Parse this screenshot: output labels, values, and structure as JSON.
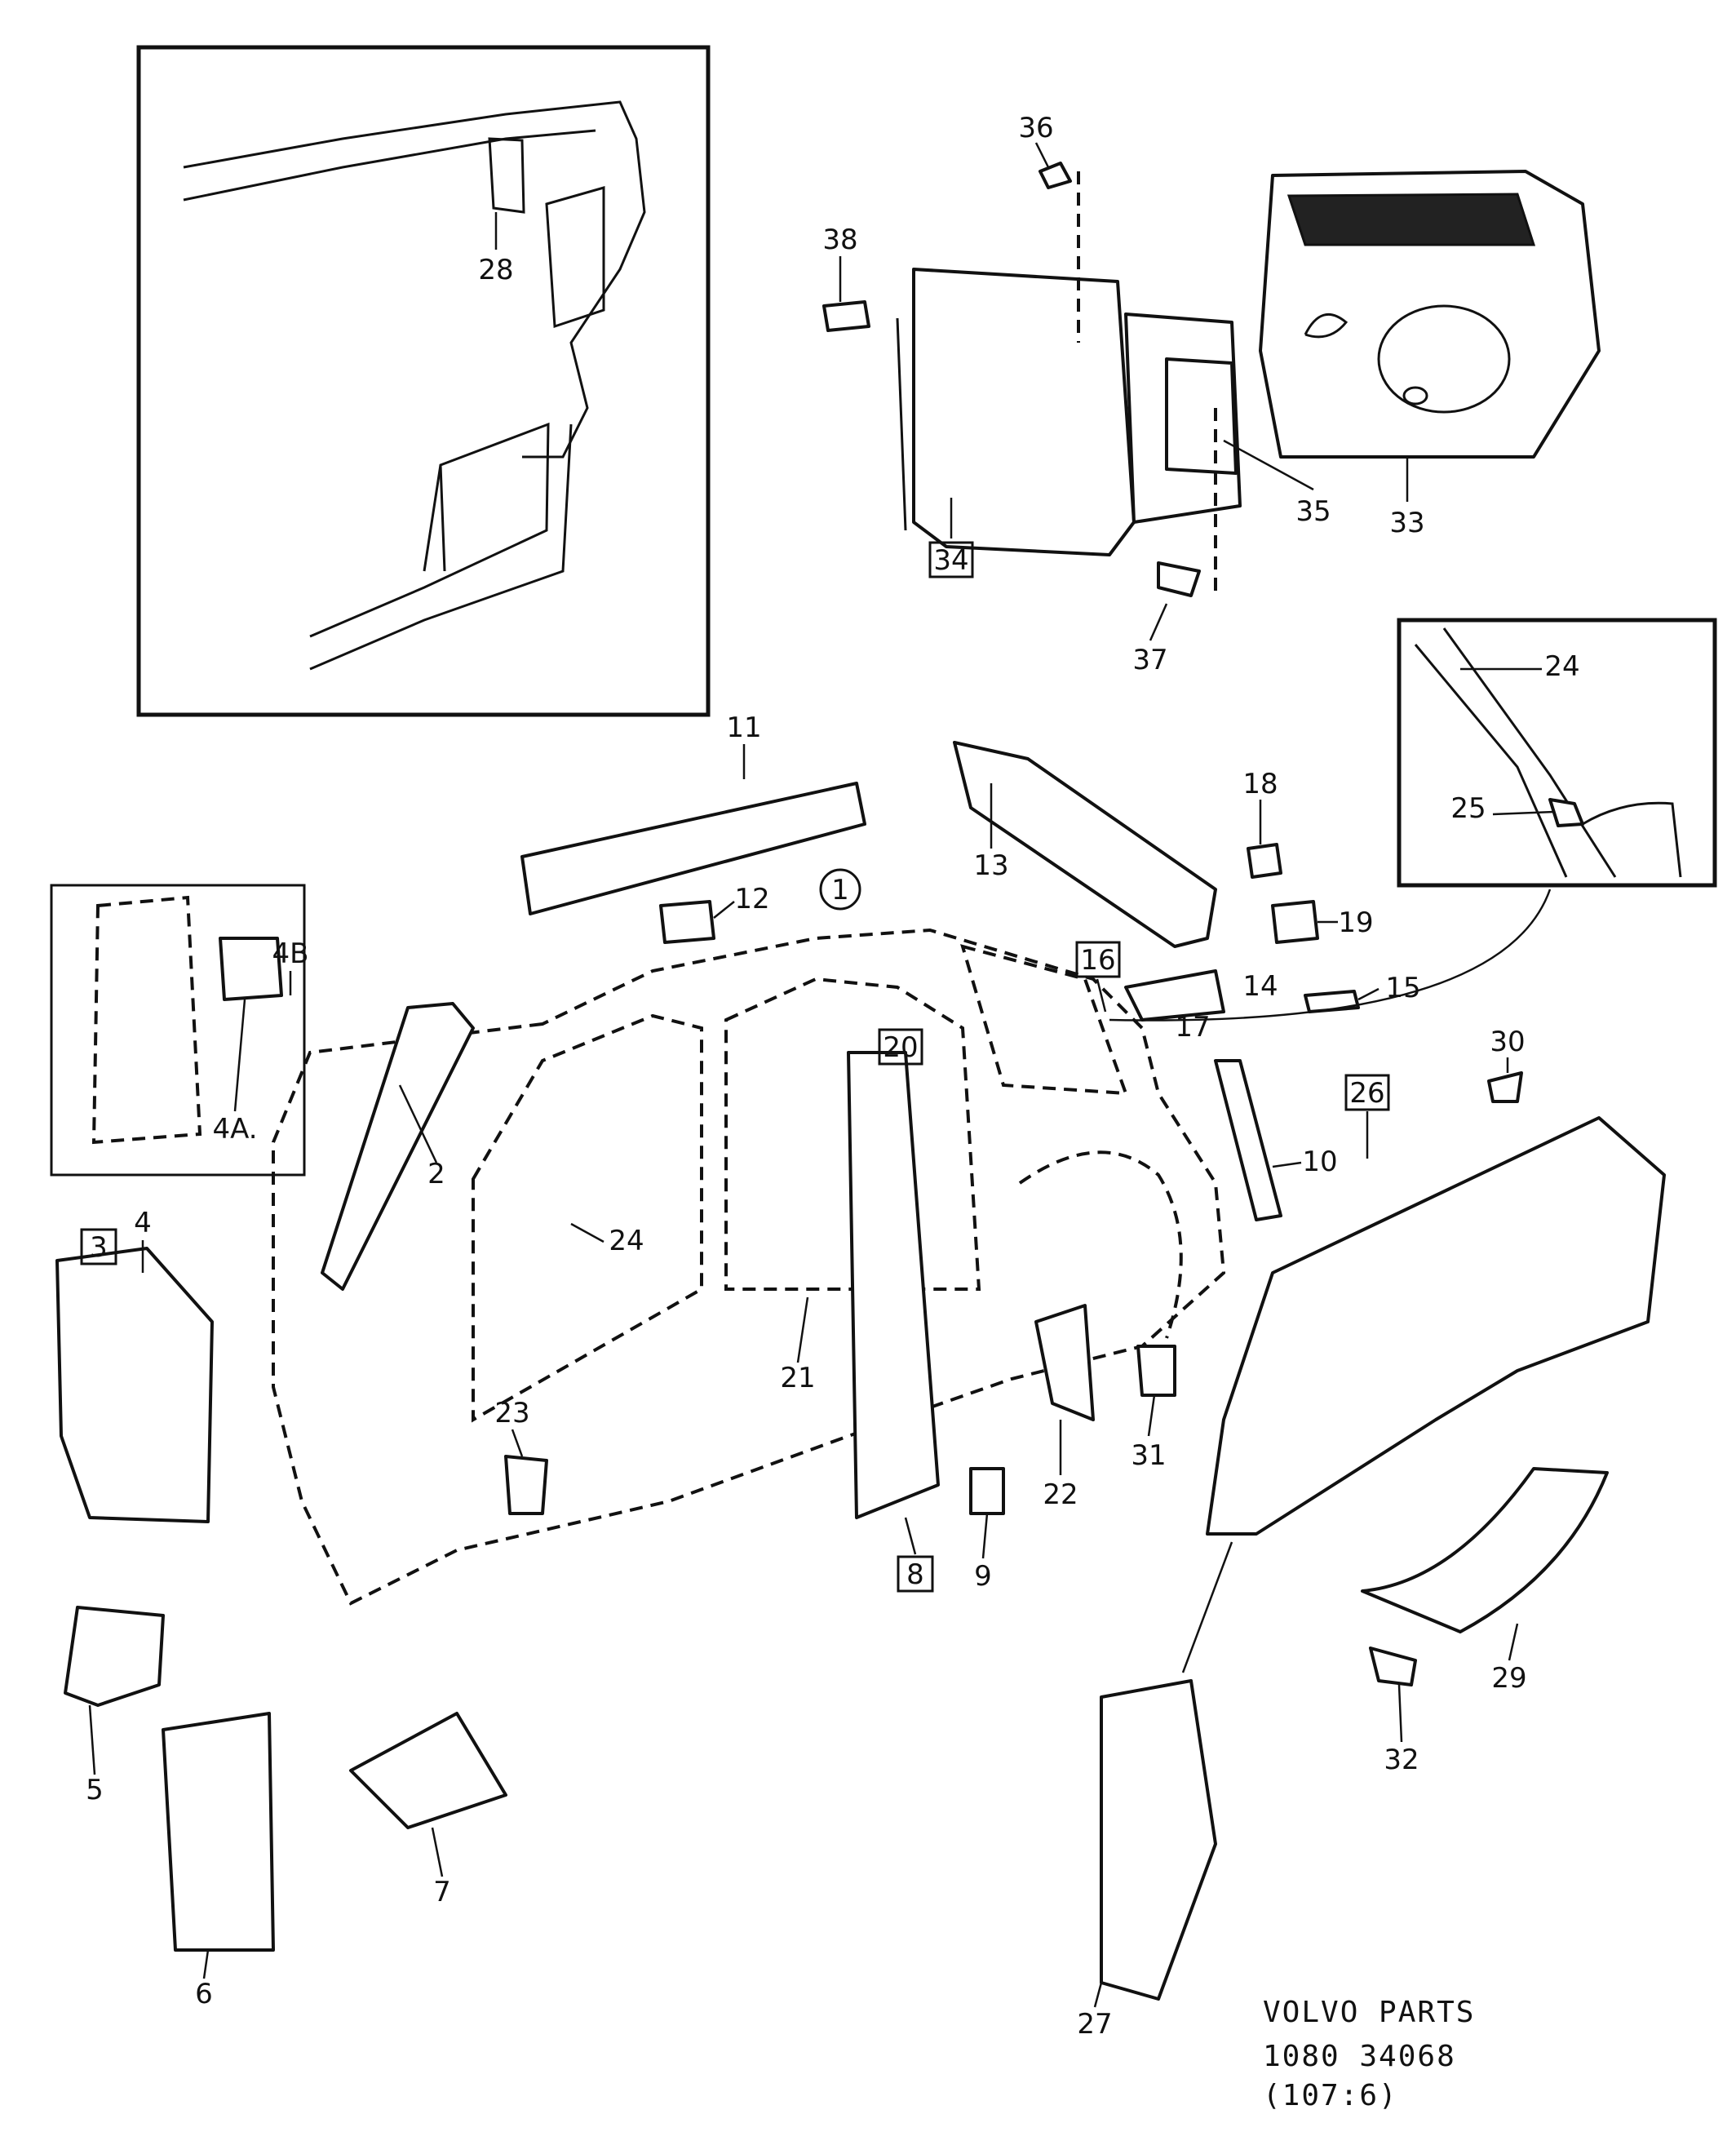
{
  "callouts": {
    "c1": "1",
    "c2": "2",
    "c3": "3",
    "c4": "4",
    "c4a": "4A.",
    "c4b": "4B",
    "c5": "5",
    "c6": "6",
    "c7": "7",
    "c8": "8",
    "c9": "9",
    "c10": "10",
    "c11": "11",
    "c12": "12",
    "c13": "13",
    "c14": "14",
    "c15": "15",
    "c16": "16",
    "c17": "17",
    "c18": "18",
    "c19": "19",
    "c20": "20",
    "c21": "21",
    "c22": "22",
    "c23": "23",
    "c24": "24",
    "c24b": "24",
    "c25": "25",
    "c26": "26",
    "c27": "27",
    "c28": "28",
    "c29": "29",
    "c30": "30",
    "c31": "31",
    "c32": "32",
    "c33": "33",
    "c34": "34",
    "c35": "35",
    "c36": "36",
    "c37": "37",
    "c38": "38"
  },
  "footer": {
    "brand": "VOLVO PARTS",
    "code": "1080   34068",
    "sub": "(107:6)"
  }
}
